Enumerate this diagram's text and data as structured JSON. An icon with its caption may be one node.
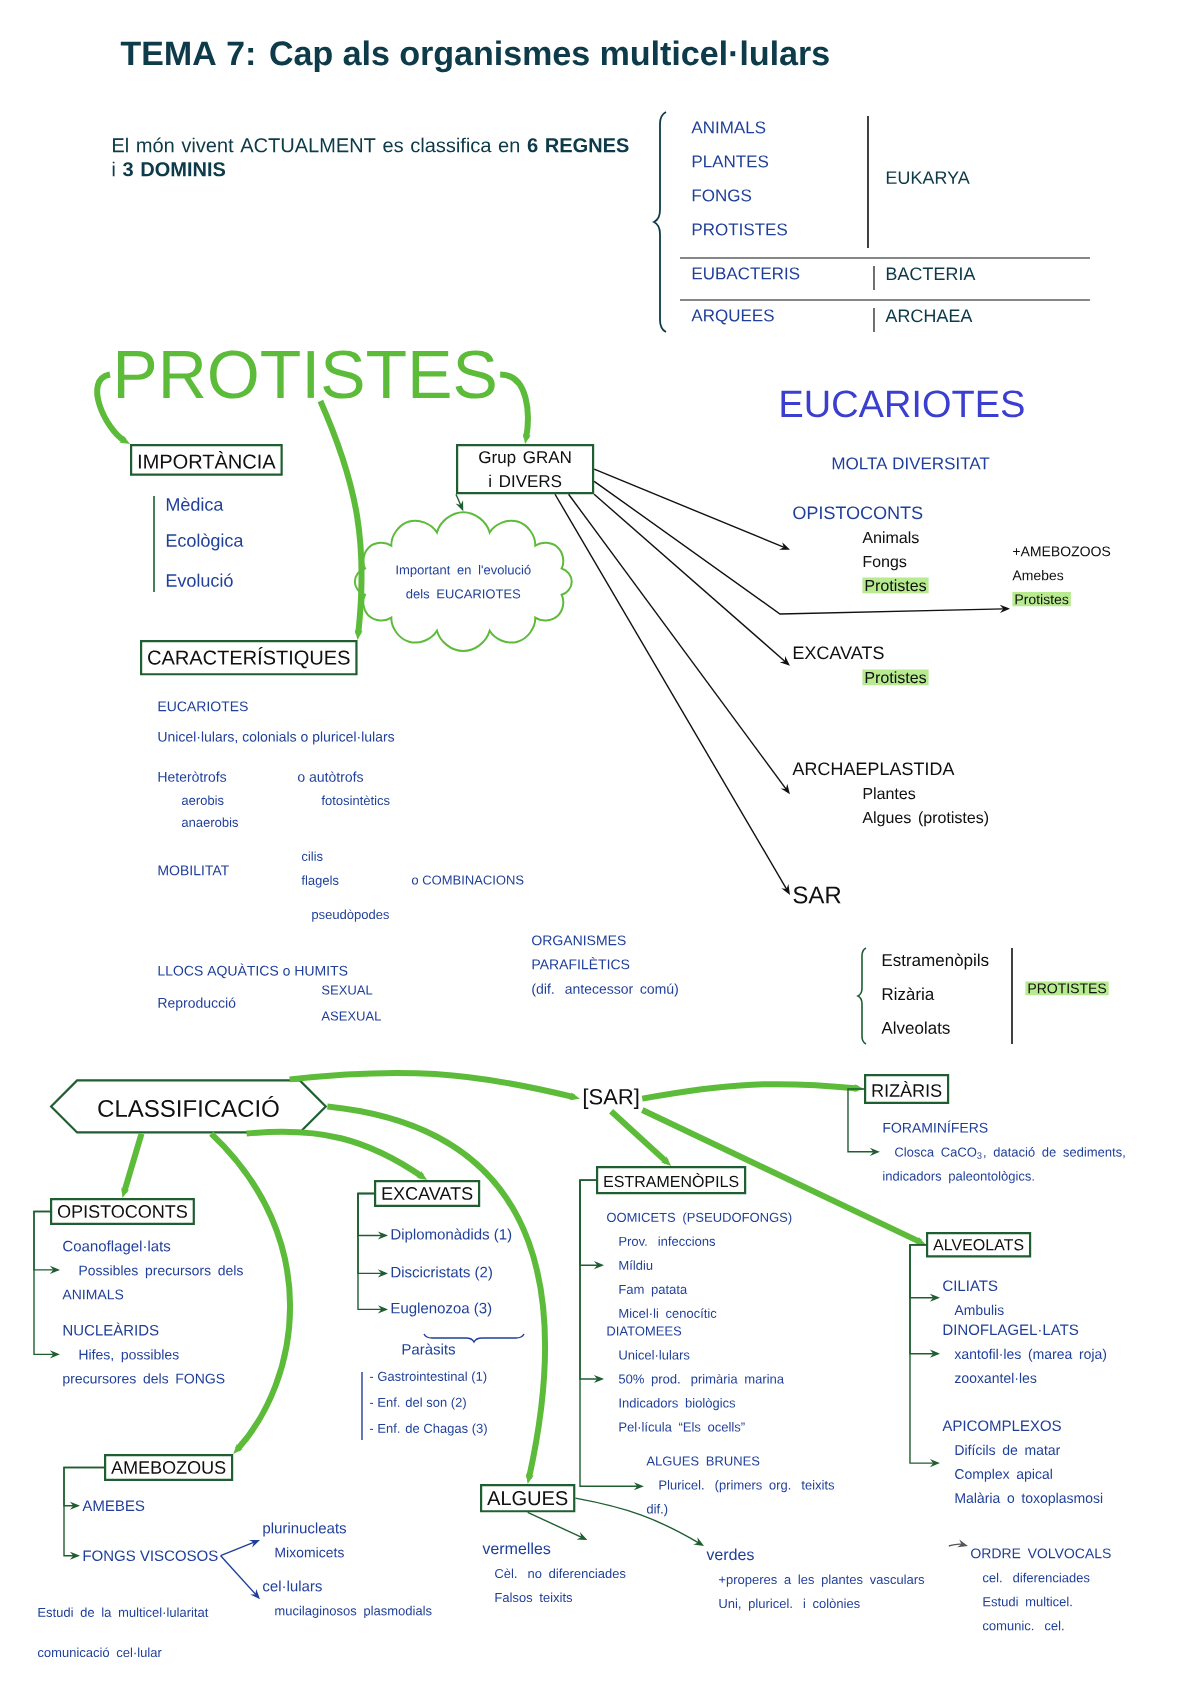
{
  "diagram": {
    "title": "TEMA 7: Cap als organismes multicel·lulars",
    "nodes": [
      {
        "text": [
          "PROTISTES"
        ]
      },
      {
        "text": [
          "IMPORTÀNCIA"
        ]
      },
      {
        "text": [
          "Grup GRAN i DIVERS"
        ]
      },
      {
        "text": [
          "Important en l'evolució dels EUCARIOTES"
        ]
      },
      {
        "text": [
          "CARACTERÍSTIQUES"
        ]
      },
      {
        "text": [
          "EUCARIOTES"
        ]
      },
      {
        "text": [
          "OPISTOCONTS",
          "Animals",
          "Fongs",
          "Protistes"
        ]
      },
      {
        "text": [
          "+AMEBOZOOS",
          "Amebes",
          "Protistes"
        ]
      },
      {
        "text": [
          "EXCAVATS",
          "Protistes"
        ]
      },
      {
        "text": [
          "ARCHAEPLASTIDA",
          "Plantes",
          "Algues (protistes)"
        ]
      },
      {
        "text": [
          "SAR"
        ]
      },
      {
        "text": [
          "CLASSIFICACIÓ"
        ]
      },
      {
        "text": [
          "[SAR]"
        ]
      },
      {
        "text": [
          "RIZÀRIS"
        ]
      },
      {
        "text": [
          "OPISTOCONTS"
        ]
      },
      {
        "text": [
          "EXCAVATS"
        ]
      },
      {
        "text": [
          "ESTRAMENÒPILS"
        ]
      },
      {
        "text": [
          "ALVEOLATS"
        ]
      },
      {
        "text": [
          "AMEBOZOUS"
        ]
      },
      {
        "text": [
          "ALGUES"
        ]
      },
      {
        "text": [
          "FORAMINÍFERS",
          "Closca CaCO$_{3}$, datació de sediments, indicadors paleontològics."
        ]
      },
      {
        "text": [
          "Coanoflagel·lats",
          "Possibles precursors dels ANIMALS"
        ]
      },
      {
        "text": [
          "NUCLEÀRIDS",
          "Hifes, possibles precursores dels FONGS"
        ]
      },
      {
        "text": [
          "Diplomonàdids (1)"
        ]
      },
      {
        "text": [
          "Discicristats (2)"
        ]
      },
      {
        "text": [
          "Euglenozoa (3)"
        ]
      },
      {
        "text": [
          "OOMICETS (PSEUDOFONGS)",
          "Prov. infeccions",
          "Míldiu",
          "Fam patata",
          "Micel·li cenocític"
        ]
      },
      {
        "text": [
          "DIATOMEES",
          "Unicel·lulars",
          "50% prod. primària marina",
          "Indicadors biològics",
          "Pel·lícula “Els ocells”"
        ]
      },
      {
        "text": [
          "ALGUES BRUNES",
          "Pluricel. (primers org. teixits dif.)"
        ]
      },
      {
        "text": [
          "CILIATS",
          "Ambulis"
        ]
      },
      {
        "text": [
          "DINOFLAGEL·LATS",
          "xantofil·les (marea roja)",
          "zooxantel·les"
        ]
      },
      {
        "text": [
          "APICOMPLEXOS",
          "Difícils de matar",
          "Complex apical",
          "Malària o toxoplasmosi"
        ]
      },
      {
        "text": [
          "AMEBES"
        ]
      },
      {
        "text": [
          "FONGS VISCOSOS"
        ]
      },
      {
        "text": [
          "plurinucleats",
          "Mixomicets"
        ]
      },
      {
        "text": [
          "cel·lulars",
          "mucilaginosos plasmodials"
        ]
      },
      {
        "text": [
          "vermelles",
          "Cèl. no diferenciades",
          "Falsos teixits"
        ]
      },
      {
        "text": [
          "verdes",
          "+properes a les plantes vasculars",
          "Uni, pluricel. i colònies"
        ]
      },
      {
        "text": [
          "ORDRE VOLVOCALS",
          "cel. diferenciades",
          "Estudi multicel.",
          "comunic. cel."
        ]
      }
    ],
    "edges": [
      {
        "from": 0,
        "to": 1,
        "arrow": "to",
        "style": "thick",
        "color": "#5dbb3a"
      },
      {
        "from": 0,
        "to": 2,
        "arrow": "to",
        "style": "thick",
        "color": "#5dbb3a"
      },
      {
        "from": 0,
        "to": 4,
        "arrow": "to",
        "style": "thick",
        "color": "#5dbb3a"
      },
      {
        "from": 2,
        "to": 3,
        "arrow": "to"
      },
      {
        "from": 2,
        "to": 6,
        "arrow": "to",
        "color": "#111111"
      },
      {
        "from": 2,
        "to": 7,
        "arrow": "to",
        "color": "#111111"
      },
      {
        "from": 2,
        "to": 8,
        "arrow": "to",
        "color": "#111111"
      },
      {
        "from": 2,
        "to": 9,
        "arrow": "to",
        "color": "#111111"
      },
      {
        "from": 2,
        "to": 10,
        "arrow": "to",
        "color": "#111111"
      },
      {
        "from": 11,
        "to": 12,
        "arrow": "to",
        "style": "thick",
        "color": "#5dbb3a"
      },
      {
        "from": 11,
        "to": 14,
        "arrow": "to",
        "style": "thick",
        "color": "#5dbb3a"
      },
      {
        "from": 11,
        "to": 15,
        "arrow": "to",
        "style": "thick",
        "color": "#5dbb3a"
      },
      {
        "from": 11,
        "to": 18,
        "arrow": "to",
        "style": "thick",
        "color": "#5dbb3a"
      },
      {
        "from": 11,
        "to": 19,
        "arrow": "to",
        "style": "thick",
        "color": "#5dbb3a"
      },
      {
        "from": 12,
        "to": 13,
        "arrow": "to",
        "style": "thick",
        "color": "#5dbb3a"
      },
      {
        "from": 12,
        "to": 16,
        "arrow": "to",
        "style": "thick",
        "color": "#5dbb3a"
      },
      {
        "from": 12,
        "to": 17,
        "arrow": "to",
        "style": "thick",
        "color": "#5dbb3a"
      },
      {
        "from": 13,
        "to": 20,
        "arrow": "to"
      },
      {
        "from": 14,
        "to": 21,
        "arrow": "to"
      },
      {
        "from": 14,
        "to": 22,
        "arrow": "to"
      },
      {
        "from": 15,
        "to": 23,
        "arrow": "to"
      },
      {
        "from": 15,
        "to": 24,
        "arrow": "to"
      },
      {
        "from": 15,
        "to": 25,
        "arrow": "to"
      },
      {
        "from": 16,
        "to": 26,
        "arrow": "to"
      },
      {
        "from": 16,
        "to": 27,
        "arrow": "to"
      },
      {
        "from": 16,
        "to": 28,
        "arrow": "to"
      },
      {
        "from": 17,
        "to": 29,
        "arrow": "to"
      },
      {
        "from": 17,
        "to": 30,
        "arrow": "to"
      },
      {
        "from": 17,
        "to": 31,
        "arrow": "to"
      },
      {
        "from": 18,
        "to": 32,
        "arrow": "to"
      },
      {
        "from": 18,
        "to": 33,
        "arrow": "to"
      },
      {
        "from": 33,
        "to": 34,
        "arrow": "to",
        "color": "#1f3f9a"
      },
      {
        "from": 33,
        "to": 35,
        "arrow": "to",
        "color": "#1f3f9a"
      },
      {
        "from": 19,
        "to": 36,
        "arrow": "to"
      },
      {
        "from": 19,
        "to": 37,
        "arrow": "to"
      },
      {
        "from": 37,
        "to": 38,
        "arrow": "to",
        "color": "#555555"
      }
    ],
    "labels": [
      "El món vivent ACTUALMENT es classifica en **6 REGNES** i **3 DOMINIS**",
      "ANIMALS",
      "PLANTES",
      "FONGS",
      "PROTISTES",
      "EUKARYA",
      "EUBACTERIS",
      "BACTERIA",
      "ARQUEES",
      "ARCHAEA",
      "Mèdica",
      "Ecològica",
      "Evolució",
      "MOLTA DIVERSITAT",
      "EUCARIOTES",
      "Unicel·lulars, colonials o pluricel·lulars",
      "Heteròtrofs",
      "o autòtrofs",
      "aerobis",
      "anaerobis",
      "fotosintètics",
      "MOBILITAT",
      "cilis",
      "flagels",
      "o COMBINACIONS",
      "pseudòpodes",
      "ORGANISMES PARAFILÈTICS",
      "(dif. antecessor comú)",
      "LLOCS AQUÀTICS o HUMITS",
      "Reproducció",
      "SEXUAL",
      "ASEXUAL",
      "Estramenòpils",
      "Rizària",
      "Alveolats",
      "PROTISTES",
      "Paràsits",
      "- Gastrointestinal (1)",
      "- Enf. del son (2)",
      "- Enf. de Chagas (3)",
      "Estudi de la multicel·lularitat",
      "comunicació cel·lular"
    ]
  }
}
